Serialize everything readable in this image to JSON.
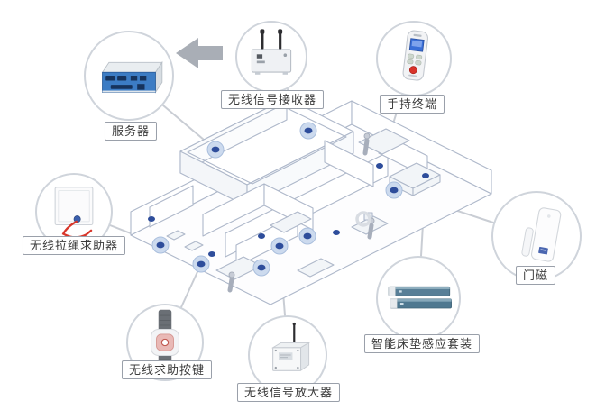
{
  "diagram": {
    "kind": "wireless-nurse-call-system-topology",
    "center_graphic": "isometric-floor-plan"
  },
  "nodes": [
    {
      "id": "server",
      "label": "服务器"
    },
    {
      "id": "wireless-signal-receiver",
      "label": "无线信号接收器"
    },
    {
      "id": "handheld-terminal",
      "label": "手持终端"
    },
    {
      "id": "wireless-pull-cord-alarm",
      "label": "无线拉绳求助器"
    },
    {
      "id": "door-magnet-sensor",
      "label": "门磁"
    },
    {
      "id": "wireless-call-button",
      "label": "无线求助按键"
    },
    {
      "id": "wireless-signal-amplifier",
      "label": "无线信号放大器"
    },
    {
      "id": "smart-mattress-sensor-kit",
      "label": "智能床垫感应套装"
    }
  ],
  "arrow": {
    "from": "无线信号接收器",
    "to": "服务器",
    "direction": "left"
  },
  "floor_plan_markers": {
    "ringed_dots": 8,
    "plain_dots": 6,
    "white_rings": 1
  },
  "colors": {
    "background": "#ffffff",
    "circle_border": "#cfd4db",
    "label_border": "#9aa0aa",
    "label_text": "#3b3b3b",
    "connector_line": "#c9cdd4",
    "plan_line": "#aeb8ca",
    "arrow_gray": "#a9aeb6",
    "device_dot_blue": "#2e4d9b",
    "dot_ring_blue": "#ccdaee",
    "server_panel_blue": "#3c7cc4",
    "alert_red": "#d8362a",
    "mattress_bar_blue": "#587f97",
    "handheld_screen_blue": "#3a6fd8"
  }
}
